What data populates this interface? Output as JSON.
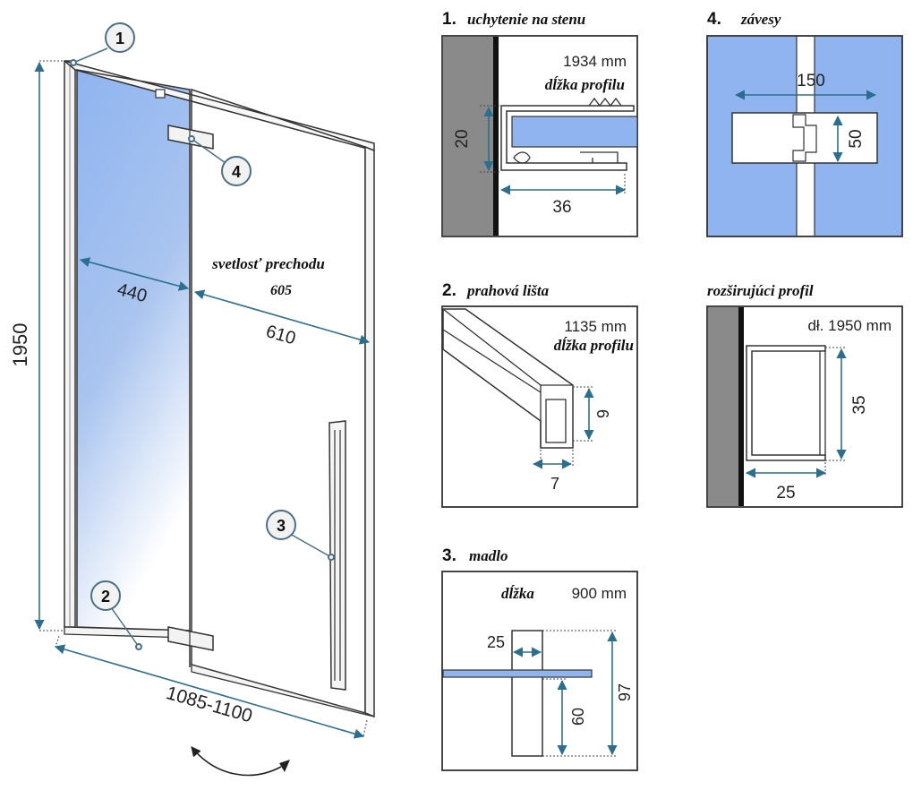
{
  "colors": {
    "glass_blue": "#8fb4f0",
    "dim_line": "#2b6f8f",
    "wall_gray": "#8a8a8a",
    "panel_border": "#333333"
  },
  "main": {
    "height_label": "1950",
    "width_label": "1085-1100",
    "left_width_label": "440",
    "right_width_label": "610",
    "passage_label": "svetlosť prechodu",
    "passage_value": "605",
    "callouts": [
      "1",
      "2",
      "3",
      "4"
    ],
    "icons": {
      "swing": "door-swing-arrow-icon"
    }
  },
  "panels": {
    "p1": {
      "number": "1.",
      "title": "uchytenie na stenu",
      "length_value": "1934 mm",
      "length_caption": "dĺžka profilu",
      "dim_height": "20",
      "dim_width": "36"
    },
    "p4": {
      "number": "4.",
      "title": "závesy",
      "dim_width": "150",
      "dim_height": "50"
    },
    "p2": {
      "number": "2.",
      "title": "prahová lišta",
      "length_value": "1135 mm",
      "length_caption": "dĺžka profilu",
      "dim_height": "9",
      "dim_width": "7"
    },
    "p5": {
      "title": "rozširujúci profil",
      "length_value": "dł. 1950 mm",
      "dim_height": "35",
      "dim_width": "25"
    },
    "p3": {
      "number": "3.",
      "title": "madlo",
      "length_caption": "dĺžka",
      "length_value": "900 mm",
      "dim_width": "25",
      "dim_height_small": "60",
      "dim_height_total": "97"
    }
  }
}
